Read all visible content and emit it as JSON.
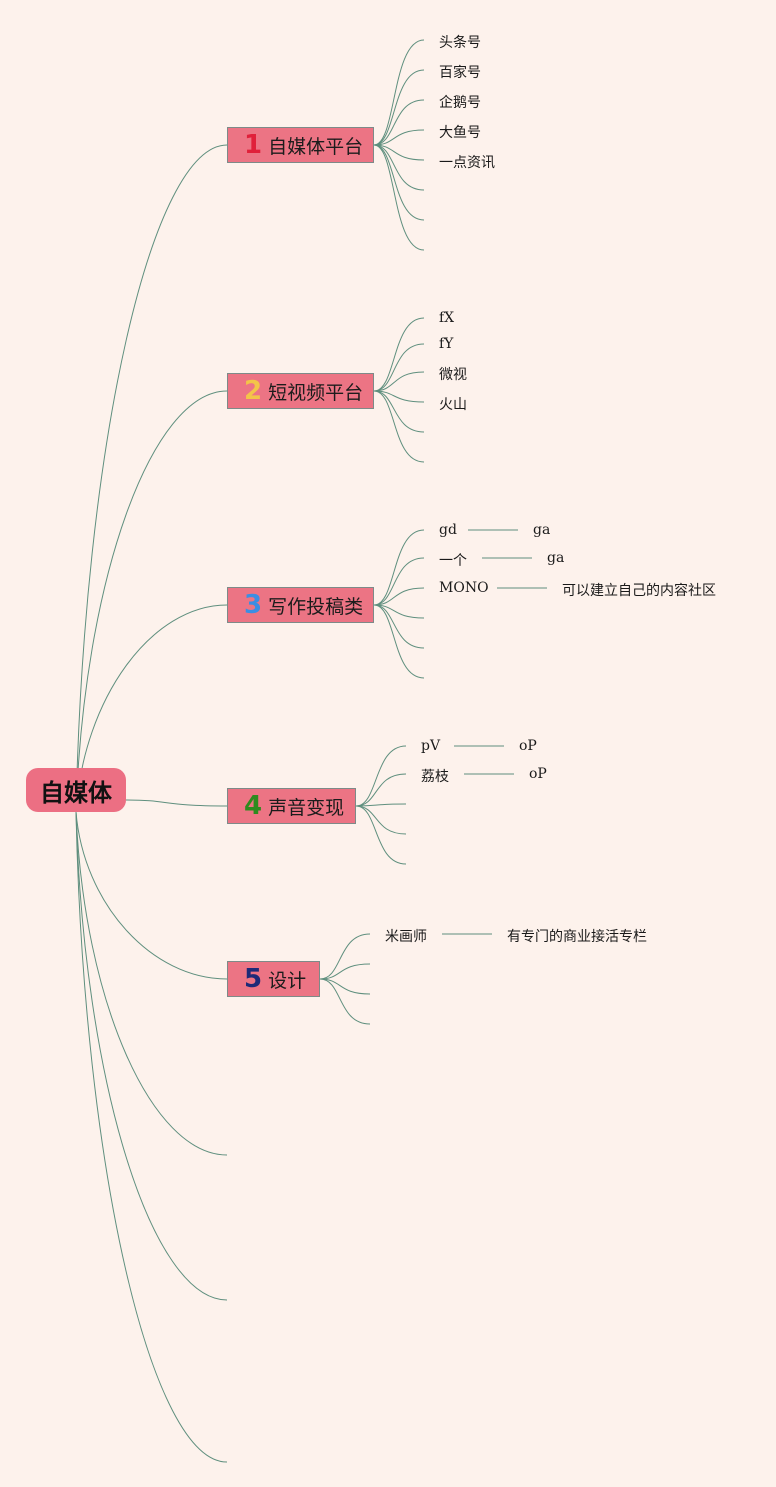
{
  "colors": {
    "background": "#fdf2ec",
    "node": "#ec7484",
    "line": "#5f8f7e",
    "num1": "#e0203a",
    "num2": "#f3c449",
    "num3": "#3b8ee3",
    "num4": "#2e8b1f",
    "num5": "#1e2a78"
  },
  "root": {
    "label": "自媒体"
  },
  "branches": [
    {
      "num": "1",
      "label": "自媒体平台",
      "items": [
        "头条号",
        "百家号",
        "企鹅号",
        "大鱼号",
        "一点资讯"
      ]
    },
    {
      "num": "2",
      "label": "短视频平台",
      "items": [
        "fX",
        "fY",
        "微视",
        "火山"
      ]
    },
    {
      "num": "3",
      "label": "写作投稿类",
      "items": [
        "gd",
        "一个",
        "MONO"
      ],
      "subs": [
        "ga",
        "ga",
        "可以建立自己的内容社区"
      ]
    },
    {
      "num": "4",
      "label": "声音变现",
      "items": [
        "pV",
        "荔枝"
      ],
      "subs": [
        "oP",
        "oP"
      ]
    },
    {
      "num": "5",
      "label": "设计",
      "items": [
        "米画师"
      ],
      "subs": [
        "有专门的商业接活专栏"
      ]
    }
  ]
}
